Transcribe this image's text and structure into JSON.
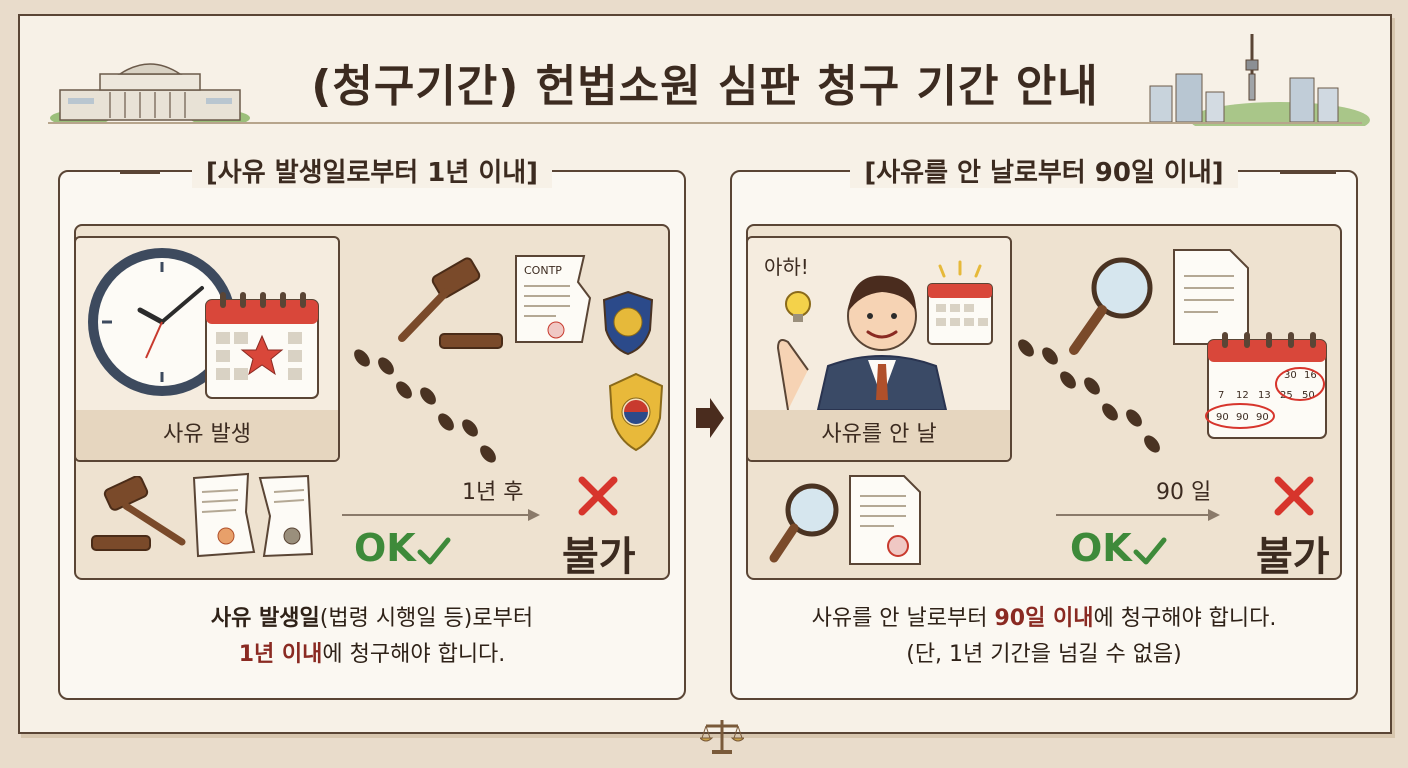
{
  "title": "(청구기간) 헌법소원 심판 청구 기간 안내",
  "left": {
    "heading": "[사유 발생일로부터 1년 이내]",
    "scene_caption": "사유 발생",
    "timeline_label": "1년 후",
    "ok_label": "OK",
    "no_label": "불가",
    "contract_text": "CONTP",
    "desc_line1_bold": "사유 발생일",
    "desc_line1_rest": "(법령 시행일 등)로부터",
    "desc_line2_highlight": "1년 이내",
    "desc_line2_rest": "에 청구해야 합니다."
  },
  "right": {
    "heading": "[사유를 안 날로부터 90일 이내]",
    "scene_caption": "사유를 안 날",
    "speech": "아하!",
    "timeline_label": "90 일",
    "ok_label": "OK",
    "no_label": "불가",
    "calendar_numbers": [
      "30",
      "16",
      "7",
      "12",
      "13",
      "25",
      "50",
      "90",
      "90",
      "90"
    ],
    "desc_line1_pre": "사유를 안 날로부터 ",
    "desc_line1_highlight": "90일 이내",
    "desc_line1_post": "에 청구해야 합니다.",
    "desc_line2": "(단, 1년 기간을 넘길 수 없음)"
  },
  "colors": {
    "ok_green": "#3e8a3a",
    "x_red": "#d7352c",
    "highlight_red": "#8a2a22",
    "frame_brown": "#5a4535"
  },
  "icons": [
    "clock-icon",
    "calendar-icon",
    "gavel-icon",
    "document-icon",
    "police-badge-icon",
    "footprints-icon",
    "magnifier-icon",
    "lightbulb-icon",
    "scales-icon",
    "check-icon",
    "x-icon"
  ]
}
